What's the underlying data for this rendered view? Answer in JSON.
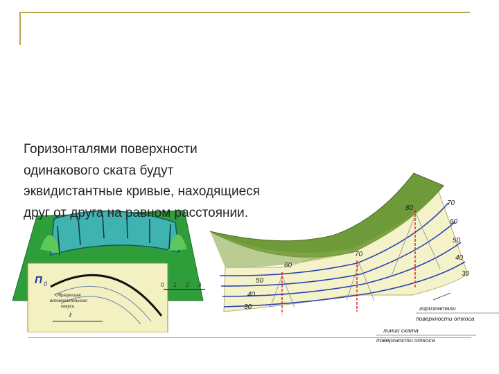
{
  "body_text": {
    "lines": [
      "Горизонталями поверхности",
      "одинакового ската  будут",
      "эквидистантные кривые, находящиеся",
      "друг от друга на равном расстоянии."
    ]
  },
  "left_figure": {
    "plane_label": "П",
    "plane_subscript": "0",
    "scale_numbers": [
      "0",
      "1",
      "2",
      "3"
    ],
    "inset_labels": [
      "Образующая",
      "вспомогательного",
      "конуса",
      "ℓ"
    ]
  },
  "right_figure": {
    "surface_marks": [
      "80",
      "70",
      "60"
    ],
    "right_edge_marks": [
      "70",
      "60",
      "50",
      "40",
      "30"
    ],
    "left_edge_marks": [
      "50",
      "40",
      "30"
    ],
    "caption_horizontals": [
      "горизонтали",
      "поверхности откоса"
    ],
    "caption_slope_lines": [
      "линии ската",
      "поверхности откоса"
    ]
  },
  "colors": {
    "frame": "#b8a44a",
    "text": "#222222",
    "plane_green": "#2e9e3a",
    "slope_yellow": "#f4f2c8",
    "surface_green": "#6f9a3a",
    "horizontal_blue": "#2b3fb8",
    "slope_red": "#d02020"
  }
}
